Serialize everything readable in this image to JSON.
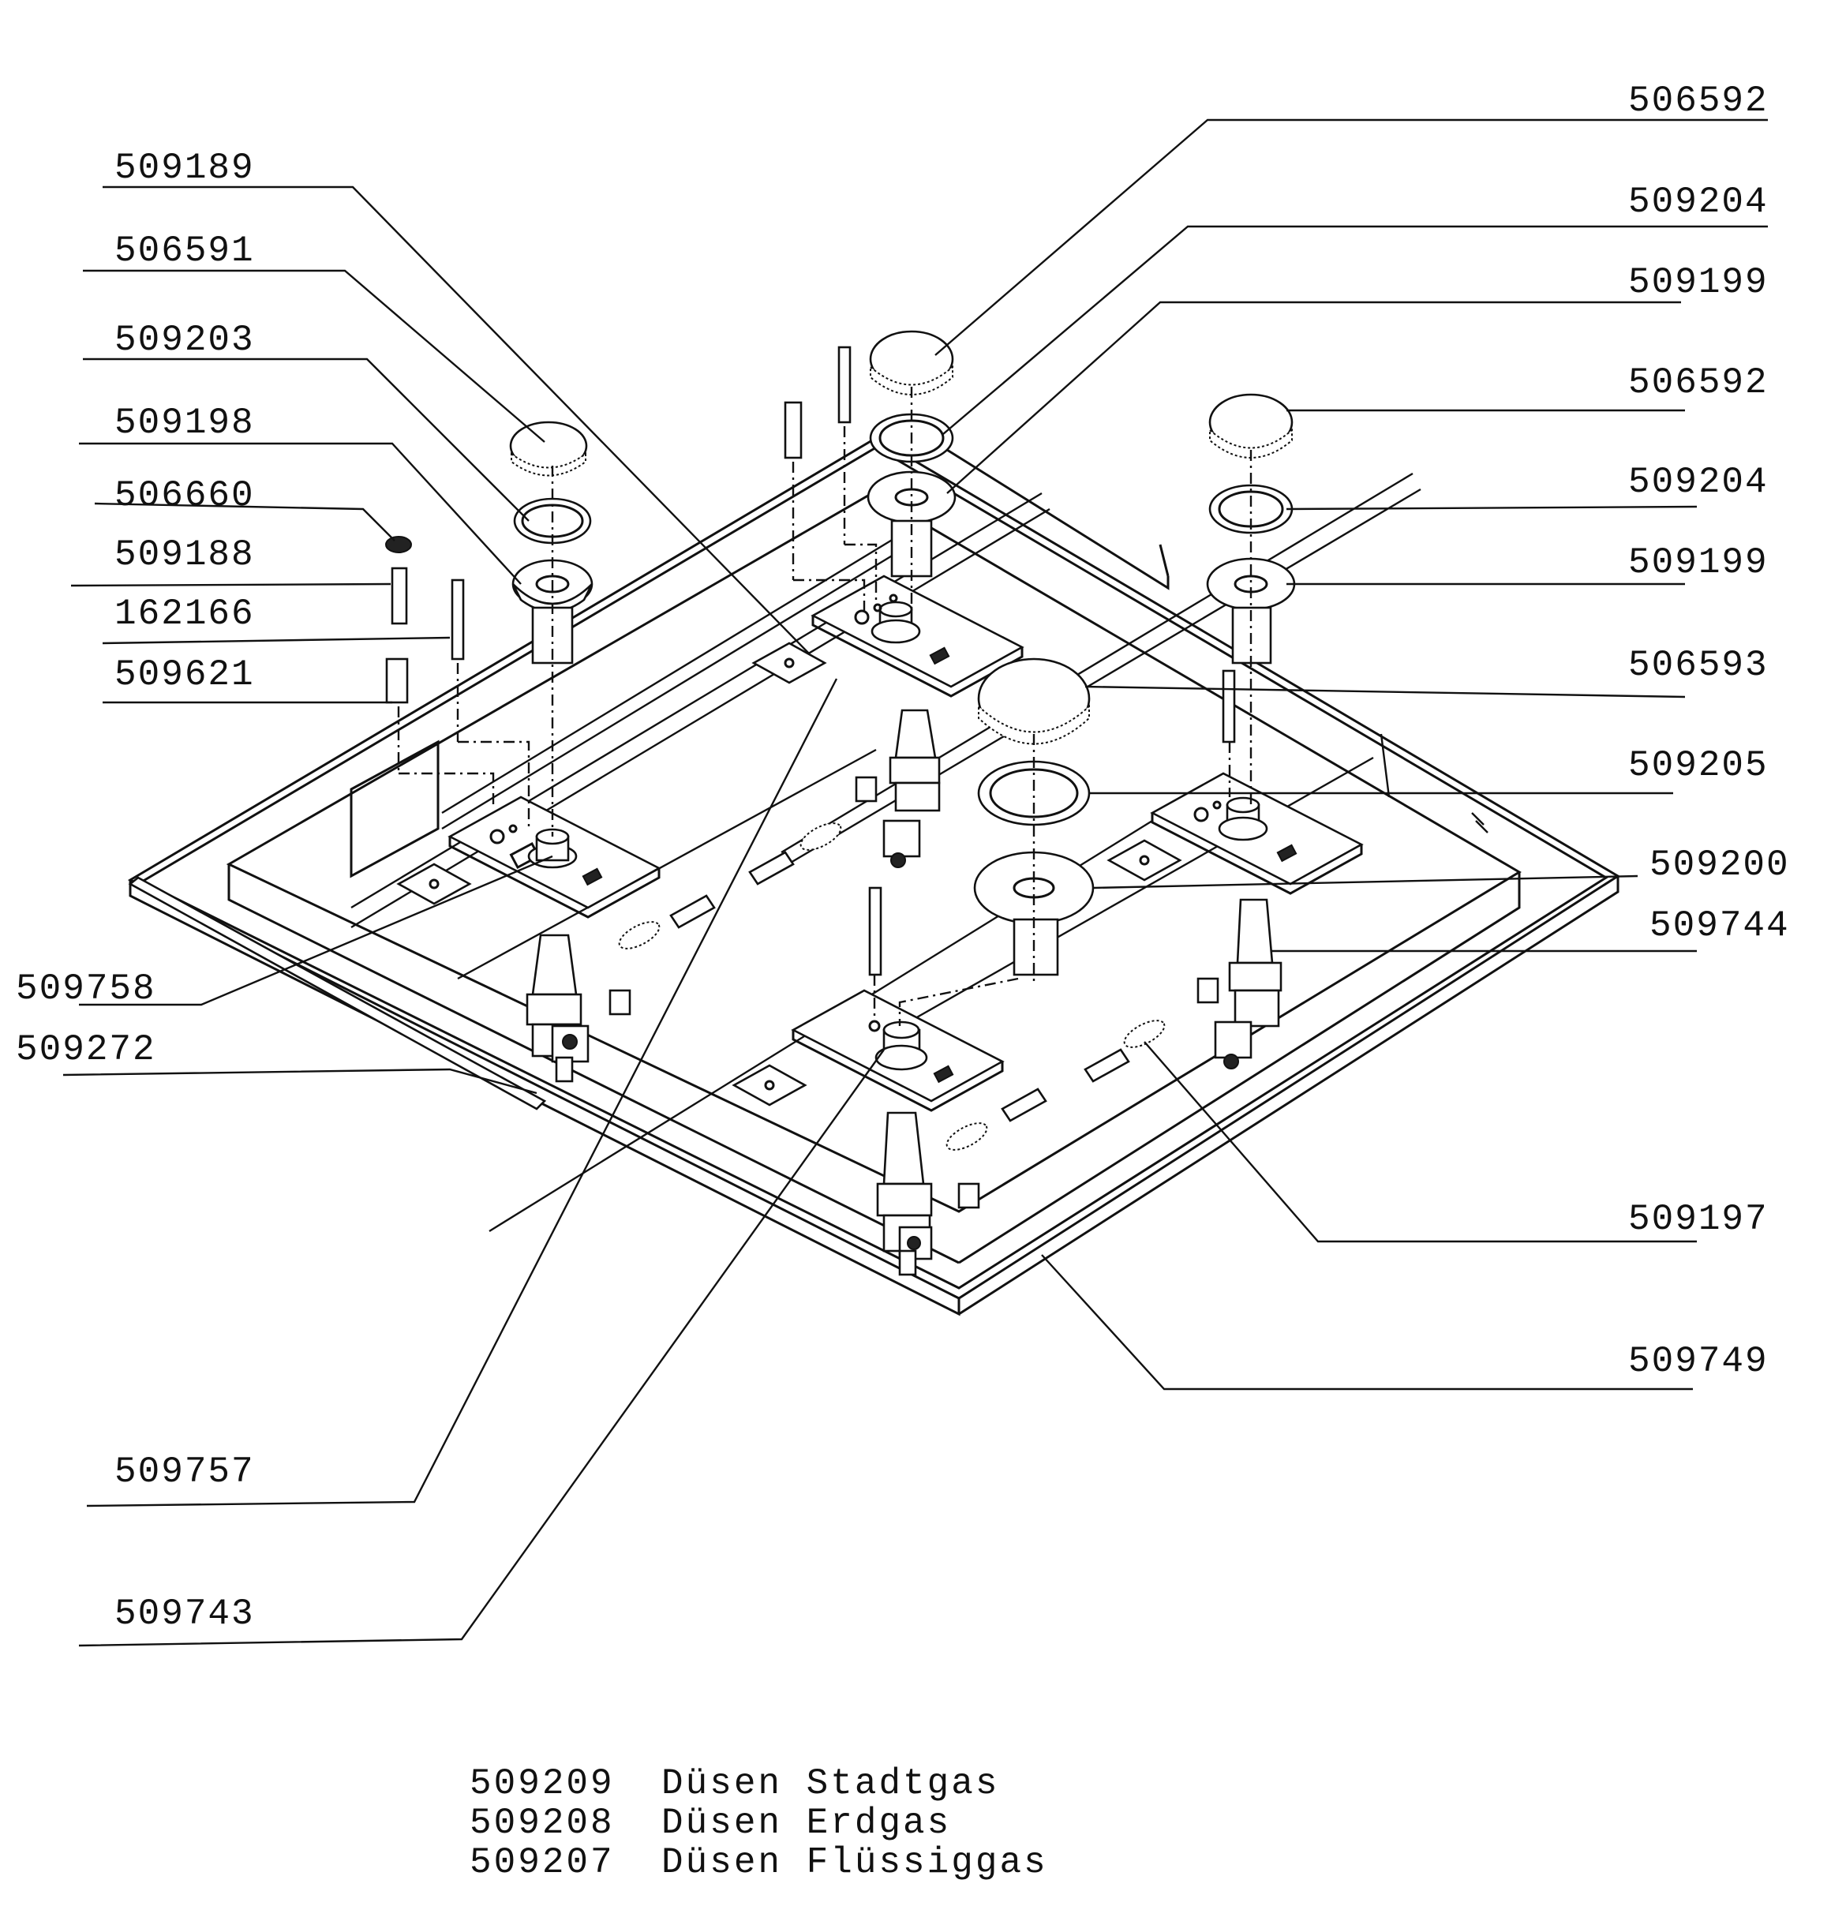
{
  "labels": {
    "l_509189": "509189",
    "l_506591": "506591",
    "l_509203": "509203",
    "l_509198": "509198",
    "l_506660": "506660",
    "l_509188": "509188",
    "l_162166": "162166",
    "l_509621": "509621",
    "l_509758": "509758",
    "l_509272": "509272",
    "l_509757": "509757",
    "l_509743": "509743",
    "r_506592_a": "506592",
    "r_509204_a": "509204",
    "r_509199_a": "509199",
    "r_506592_b": "506592",
    "r_509204_b": "509204",
    "r_509199_b": "509199",
    "r_506593": "506593",
    "r_509205": "509205",
    "r_509200": "509200",
    "r_509744": "509744",
    "r_509197": "509197",
    "r_509749": "509749"
  },
  "legend": [
    {
      "number": "509209",
      "description": "Düsen Stadtgas"
    },
    {
      "number": "509208",
      "description": "Düsen Erdgas"
    },
    {
      "number": "509207",
      "description": "Düsen Flüssiggas"
    }
  ]
}
